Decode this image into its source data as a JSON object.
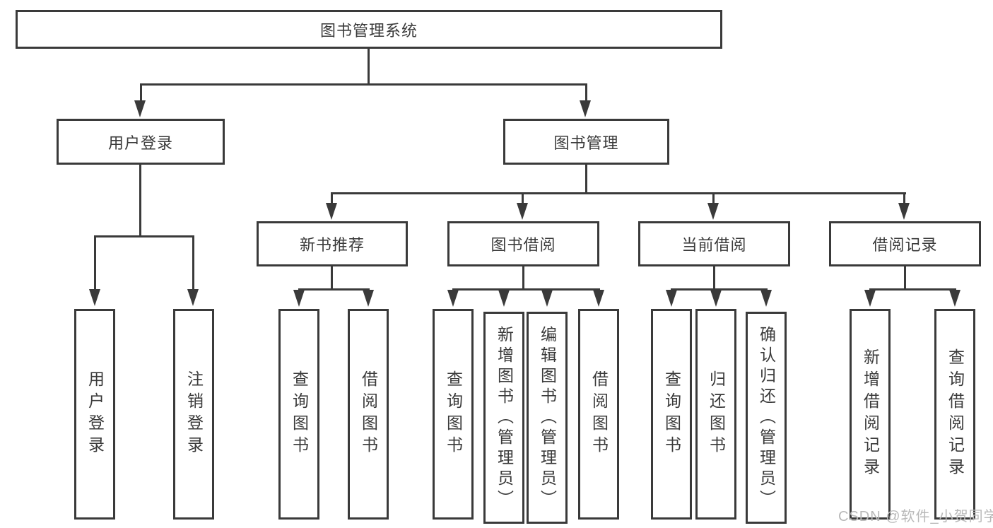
{
  "diagram": {
    "root": {
      "label": "图书管理系统"
    },
    "level2": [
      {
        "label": "用户登录"
      },
      {
        "label": "图书管理"
      }
    ],
    "level3": [
      {
        "label": "新书推荐"
      },
      {
        "label": "图书借阅"
      },
      {
        "label": "当前借阅"
      },
      {
        "label": "借阅记录"
      }
    ],
    "leaves": [
      {
        "label": "用户登录"
      },
      {
        "label": "注销登录"
      },
      {
        "label": "查询图书"
      },
      {
        "label": "借阅图书"
      },
      {
        "label": "查询图书"
      },
      {
        "label": "新增图书（管理员）"
      },
      {
        "label": "编辑图书（管理员）"
      },
      {
        "label": "借阅图书"
      },
      {
        "label": "查询图书"
      },
      {
        "label": "归还图书"
      },
      {
        "label": "确认归还（管理员）"
      },
      {
        "label": "新增借阅记录"
      },
      {
        "label": "查询借阅记录"
      }
    ]
  },
  "watermark": {
    "text": "CSDN @软件_小贺同学"
  },
  "colors": {
    "line": "#3a3a3a",
    "box_border": "#3a3a3a",
    "text": "#3a3a3a",
    "watermark_text": "#b9b9b9",
    "background": "#ffffff"
  }
}
